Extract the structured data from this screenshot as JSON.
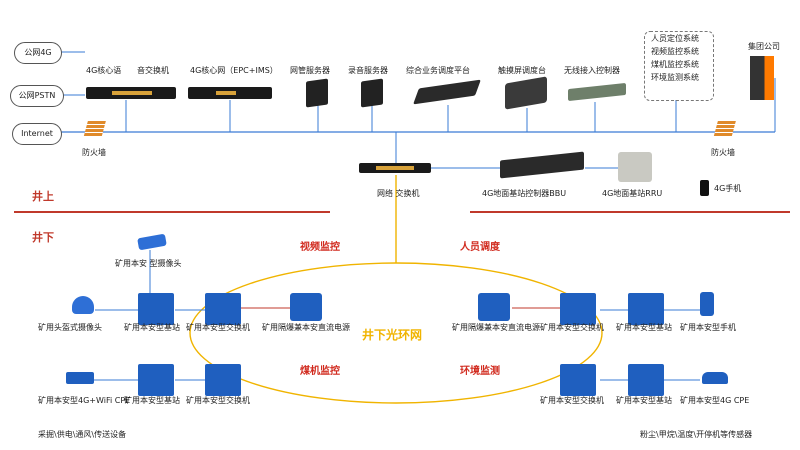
{
  "clouds": {
    "c1": "公网4G",
    "c2": "公网PSTN",
    "c3": "Internet"
  },
  "top": {
    "core_voice": "4G核心语",
    "sound_switch": "音交换机",
    "core_net": "4G核心网（EPC+IMS）",
    "nms_server": "网管服务器",
    "rec_server": "录音服务器",
    "dispatch_platform": "综合业务调度平台",
    "touch_console": "触摸屏调度台",
    "wireless_ctrl": "无线接入控制器",
    "group_company": "集团公司",
    "firewall_left": "防火墙",
    "firewall_right": "防火墙",
    "net_switch": "网络  交换机",
    "bbu": "4G地面基站控制器BBU",
    "rru": "4G地面基站RRU",
    "phone4g": "4G手机"
  },
  "systems": [
    "人员定位系统",
    "视频监控系统",
    "煤机监控系统",
    "环境监测系统"
  ],
  "sections": {
    "above": "井上",
    "below": "井下"
  },
  "ring": {
    "label": "井下光环网",
    "video": "视频监控",
    "staff": "人员调度",
    "coal": "煤机监控",
    "env": "环境监测"
  },
  "under": {
    "camera_top": "矿用本安  型摄像头",
    "helmet_cam": "矿用头盔式摄像头",
    "bs_1": "矿用本安型基站",
    "sw_1": "矿用本安型交换机",
    "psu_1": "矿用隔爆兼本安直流电源",
    "cpe_left": "矿用本安型4G+WiFi CPE",
    "bs_2": "矿用本安型基站",
    "sw_2": "矿用本安型交换机",
    "equip_left": "采掘\\供电\\通风\\传送设备",
    "psu_2": "矿用隔爆兼本安直流电源",
    "sw_3": "矿用本安型交换机",
    "bs_3": "矿用本安型基站",
    "phone": "矿用本安型手机",
    "sw_4": "矿用本安型交换机",
    "bs_4": "矿用本安型基站",
    "cpe_right": "矿用本安型4G CPE",
    "sensors": "粉尘\\甲烷\\温度\\开停机等传感器"
  },
  "colors": {
    "line_blue": "#3a7bd5",
    "ring_yellow": "#f0b400",
    "red_link": "#c0392b",
    "device_blue": "#1f5fbf",
    "section_red": "#c0392b"
  }
}
